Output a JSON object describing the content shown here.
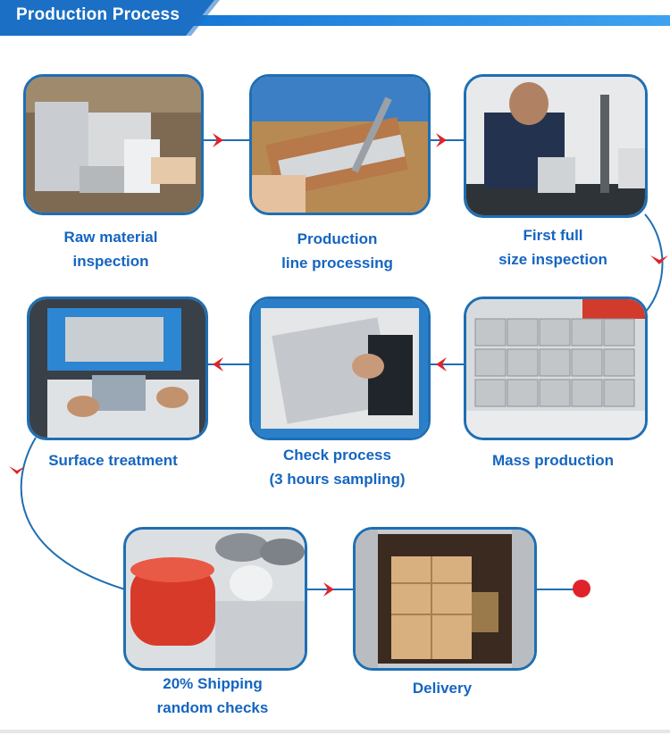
{
  "header": {
    "title": "Production Process"
  },
  "colors": {
    "accent_blue": "#1a7fd8",
    "label_blue": "#1565c0",
    "arrow_red": "#e0232a",
    "frame_blue": "#1e6fb3"
  },
  "steps": [
    {
      "lines": [
        "Raw material",
        "inspection"
      ]
    },
    {
      "lines": [
        "Production",
        "line processing"
      ]
    },
    {
      "lines": [
        "First full",
        "size inspection"
      ]
    },
    {
      "lines": [
        "Mass production"
      ]
    },
    {
      "lines": [
        "Check process",
        "(3 hours sampling)"
      ]
    },
    {
      "lines": [
        "Surface treatment"
      ]
    },
    {
      "lines": [
        "20% Shipping",
        "random checks"
      ]
    },
    {
      "lines": [
        "Delivery"
      ]
    }
  ]
}
